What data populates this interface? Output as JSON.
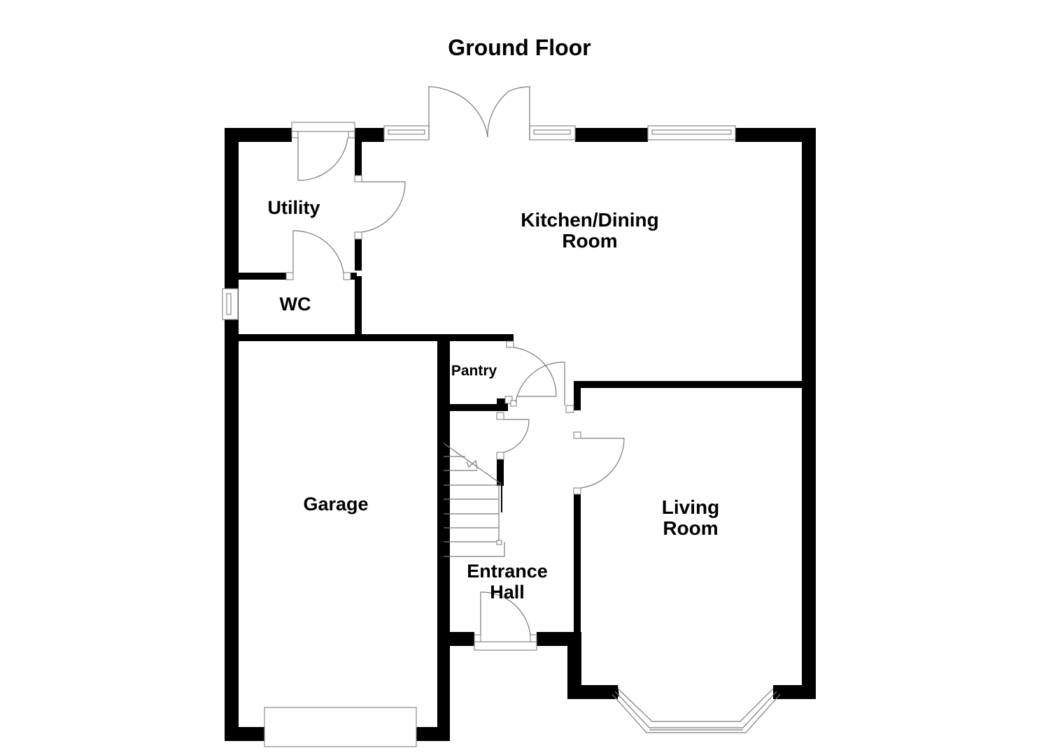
{
  "title": "Ground Floor",
  "rooms": [
    {
      "id": "utility",
      "label": "Utility"
    },
    {
      "id": "wc",
      "label": "WC"
    },
    {
      "id": "kitchen",
      "label_line1": "Kitchen/Dining",
      "label_line2": "Room"
    },
    {
      "id": "pantry",
      "label": "Pantry"
    },
    {
      "id": "garage",
      "label": "Garage"
    },
    {
      "id": "entrance",
      "label_line1": "Entrance",
      "label_line2": "Hall"
    },
    {
      "id": "living",
      "label_line1": "Living",
      "label_line2": "Room"
    }
  ],
  "colors": {
    "wall": "#000000",
    "fixture_line": "#7a7a7a",
    "background": "#ffffff"
  }
}
